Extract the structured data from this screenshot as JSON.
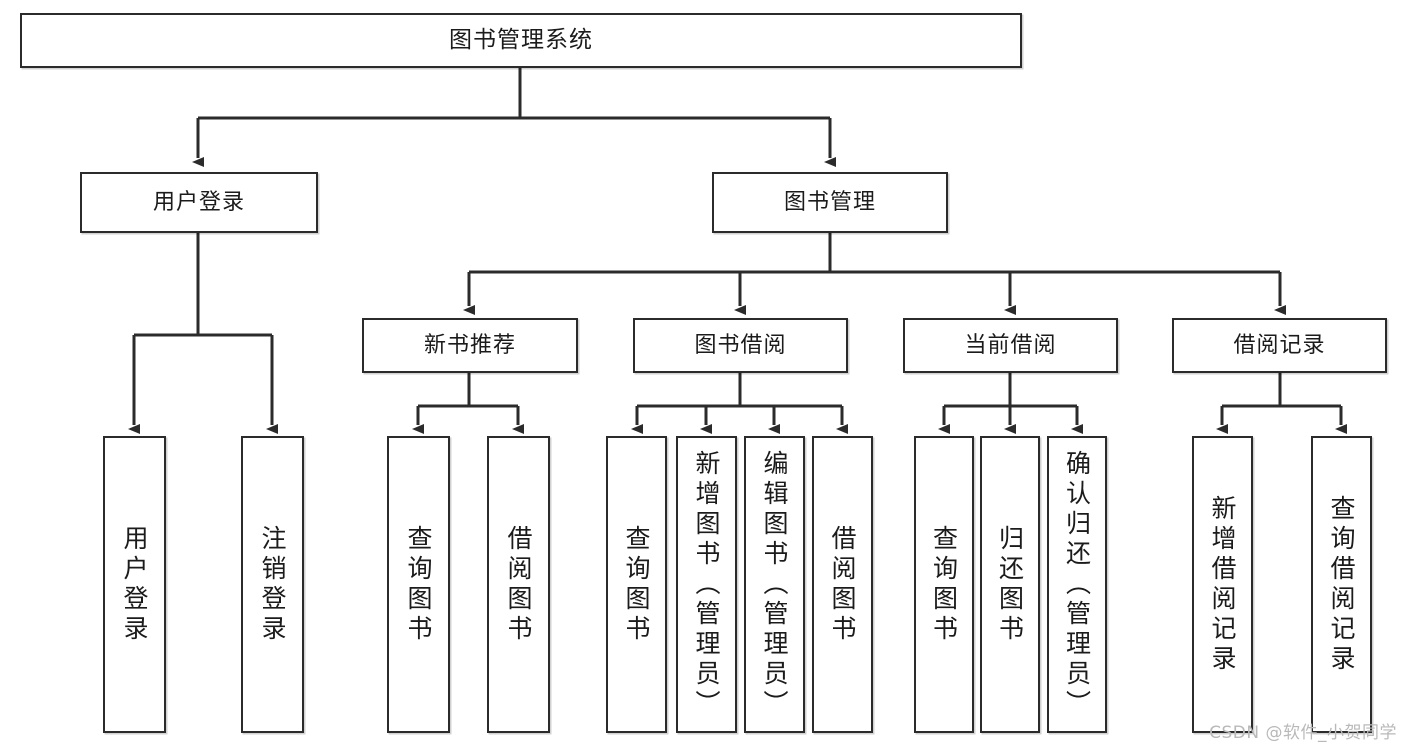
{
  "diagram": {
    "type": "tree-hierarchy",
    "title": "图书管理系统",
    "watermark": "CSDN @软件_小贺同学",
    "colors": {
      "box_border": "#2b2b2b",
      "box_fill": "#ffffff",
      "edge": "#2b2b2b",
      "text": "#1b1b1b",
      "watermark": "#b9b9b9",
      "background": "#ffffff"
    },
    "nodes": {
      "root": {
        "label": "图书管理系统",
        "level": 1,
        "orientation": "horizontal"
      },
      "user_login": {
        "label": "用户登录",
        "level": 2,
        "orientation": "horizontal"
      },
      "book_manage": {
        "label": "图书管理",
        "level": 2,
        "orientation": "horizontal"
      },
      "new_book_rec": {
        "label": "新书推荐",
        "level": 3,
        "orientation": "horizontal"
      },
      "book_borrow": {
        "label": "图书借阅",
        "level": 3,
        "orientation": "horizontal"
      },
      "current_borrow": {
        "label": "当前借阅",
        "level": 3,
        "orientation": "horizontal"
      },
      "borrow_record": {
        "label": "借阅记录",
        "level": 3,
        "orientation": "horizontal"
      },
      "leaf_user_login": {
        "label": "用户登录",
        "level": 4,
        "orientation": "vertical"
      },
      "leaf_logout": {
        "label": "注销登录",
        "level": 4,
        "orientation": "vertical"
      },
      "leaf_query_book_1": {
        "label": "查询图书",
        "level": 4,
        "orientation": "vertical"
      },
      "leaf_borrow_book_1": {
        "label": "借阅图书",
        "level": 4,
        "orientation": "vertical"
      },
      "leaf_query_book_2": {
        "label": "查询图书",
        "level": 4,
        "orientation": "vertical"
      },
      "leaf_add_book": {
        "label": "新增图书（管理员）",
        "level": 4,
        "orientation": "vertical"
      },
      "leaf_edit_book": {
        "label": "编辑图书（管理员）",
        "level": 4,
        "orientation": "vertical"
      },
      "leaf_borrow_book_2": {
        "label": "借阅图书",
        "level": 4,
        "orientation": "vertical"
      },
      "leaf_query_book_3": {
        "label": "查询图书",
        "level": 4,
        "orientation": "vertical"
      },
      "leaf_return_book": {
        "label": "归还图书",
        "level": 4,
        "orientation": "vertical"
      },
      "leaf_confirm_return": {
        "label": "确认归还（管理员）",
        "level": 4,
        "orientation": "vertical"
      },
      "leaf_add_record": {
        "label": "新增借阅记录",
        "level": 4,
        "orientation": "vertical"
      },
      "leaf_query_record": {
        "label": "查询借阅记录",
        "level": 4,
        "orientation": "vertical"
      }
    },
    "edges": [
      {
        "from": "root",
        "to": "user_login"
      },
      {
        "from": "root",
        "to": "book_manage"
      },
      {
        "from": "user_login",
        "to": "leaf_user_login"
      },
      {
        "from": "user_login",
        "to": "leaf_logout"
      },
      {
        "from": "book_manage",
        "to": "new_book_rec"
      },
      {
        "from": "book_manage",
        "to": "book_borrow"
      },
      {
        "from": "book_manage",
        "to": "current_borrow"
      },
      {
        "from": "book_manage",
        "to": "borrow_record"
      },
      {
        "from": "new_book_rec",
        "to": "leaf_query_book_1"
      },
      {
        "from": "new_book_rec",
        "to": "leaf_borrow_book_1"
      },
      {
        "from": "book_borrow",
        "to": "leaf_query_book_2"
      },
      {
        "from": "book_borrow",
        "to": "leaf_add_book"
      },
      {
        "from": "book_borrow",
        "to": "leaf_edit_book"
      },
      {
        "from": "book_borrow",
        "to": "leaf_borrow_book_2"
      },
      {
        "from": "current_borrow",
        "to": "leaf_query_book_3"
      },
      {
        "from": "current_borrow",
        "to": "leaf_return_book"
      },
      {
        "from": "current_borrow",
        "to": "leaf_confirm_return"
      },
      {
        "from": "borrow_record",
        "to": "leaf_add_record"
      },
      {
        "from": "borrow_record",
        "to": "leaf_query_record"
      }
    ]
  }
}
